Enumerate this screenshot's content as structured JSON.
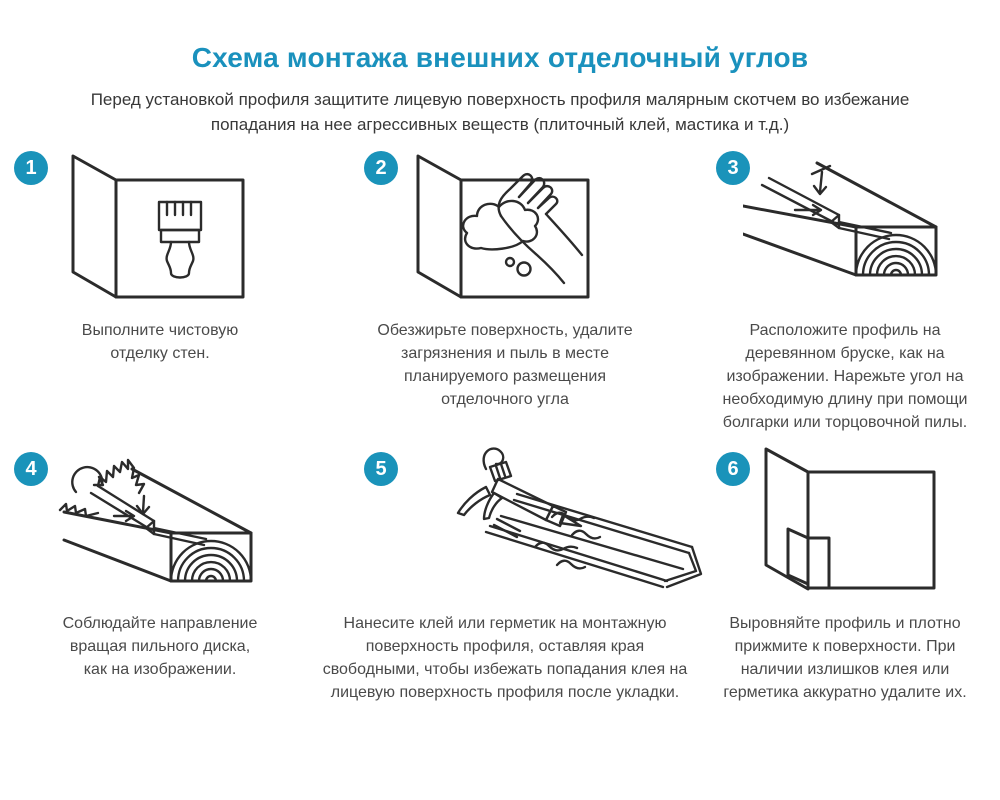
{
  "colors": {
    "background": "#ffffff",
    "accent_teal": "#1a93ba",
    "title_teal": "#1a91bd",
    "subtitle_text": "#383838",
    "caption_text": "#4a4a4a",
    "line_art": "#2b2b2b"
  },
  "header": {
    "title": "Схема монтажа внешних отделочный углов",
    "subtitle": "Перед установкой профиля защитите лицевую поверхность профиля малярным скотчем во избежание\nпопадания на нее агрессивных веществ (плиточный клей, мастика и т.д.)"
  },
  "steps": [
    {
      "number": "1",
      "icon": "corner-wall-paintbrush-icon",
      "caption": "Выполните чистовую\nотделку стен."
    },
    {
      "number": "2",
      "icon": "corner-wall-hand-sponge-icon",
      "caption": "Обезжирьте поверхность, удалите\nзагрязнения и пыль в месте\nпланируемого размещения\nотделочного угла"
    },
    {
      "number": "3",
      "icon": "profile-on-wooden-beam-icon",
      "caption": "Расположите профиль на\nдеревянном бруске, как на\nизображении.  Нарежьте угол на\nнеобходимую длину при помощи\nболгарки или торцовочной пилы."
    },
    {
      "number": "4",
      "icon": "saw-blade-cutting-beam-icon",
      "caption": "Соблюдайте направление\nвращая пильного диска,\nкак на изображении."
    },
    {
      "number": "5",
      "icon": "caulking-gun-glue-profile-icon",
      "caption": "Нанесите клей или герметик на монтажную\nповерхность профиля, оставляя края\nсвободными, чтобы избежать попадания клея на\nлицевую поверхность профиля после укладки."
    },
    {
      "number": "6",
      "icon": "profile-pressed-to-corner-icon",
      "caption": "Выровняйте профиль и плотно\nприжмите к поверхности. При\nналичии излишков клея или\nгерметика аккуратно удалите их."
    }
  ]
}
